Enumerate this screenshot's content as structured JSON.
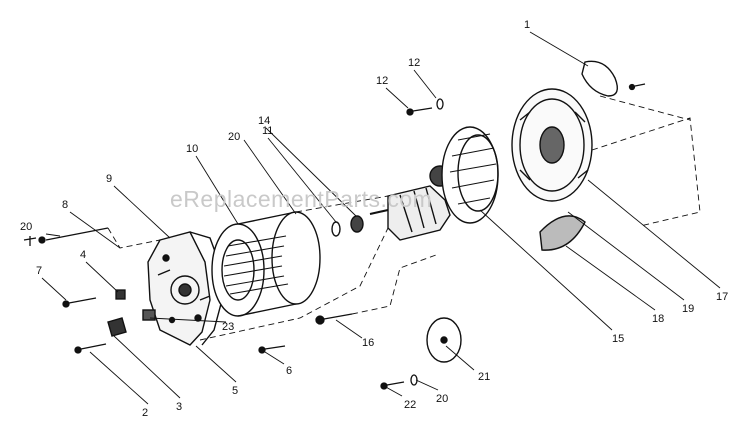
{
  "watermark": "eReplacementParts.com",
  "callouts": [
    {
      "id": "c1",
      "label": "1"
    },
    {
      "id": "c2",
      "label": "2"
    },
    {
      "id": "c3",
      "label": "3"
    },
    {
      "id": "c4",
      "label": "4"
    },
    {
      "id": "c5",
      "label": "5"
    },
    {
      "id": "c6",
      "label": "6"
    },
    {
      "id": "c7",
      "label": "7"
    },
    {
      "id": "c8",
      "label": "8"
    },
    {
      "id": "c9",
      "label": "9"
    },
    {
      "id": "c10",
      "label": "10"
    },
    {
      "id": "c11",
      "label": "11"
    },
    {
      "id": "c12a",
      "label": "12"
    },
    {
      "id": "c12b",
      "label": "12"
    },
    {
      "id": "c14",
      "label": "14"
    },
    {
      "id": "c15",
      "label": "15"
    },
    {
      "id": "c16",
      "label": "16"
    },
    {
      "id": "c17",
      "label": "17"
    },
    {
      "id": "c18",
      "label": "18"
    },
    {
      "id": "c19",
      "label": "19"
    },
    {
      "id": "c20a",
      "label": "20"
    },
    {
      "id": "c20b",
      "label": "20"
    },
    {
      "id": "c20c",
      "label": "20"
    },
    {
      "id": "c21",
      "label": "21"
    },
    {
      "id": "c22",
      "label": "22"
    },
    {
      "id": "c23",
      "label": "23"
    }
  ]
}
